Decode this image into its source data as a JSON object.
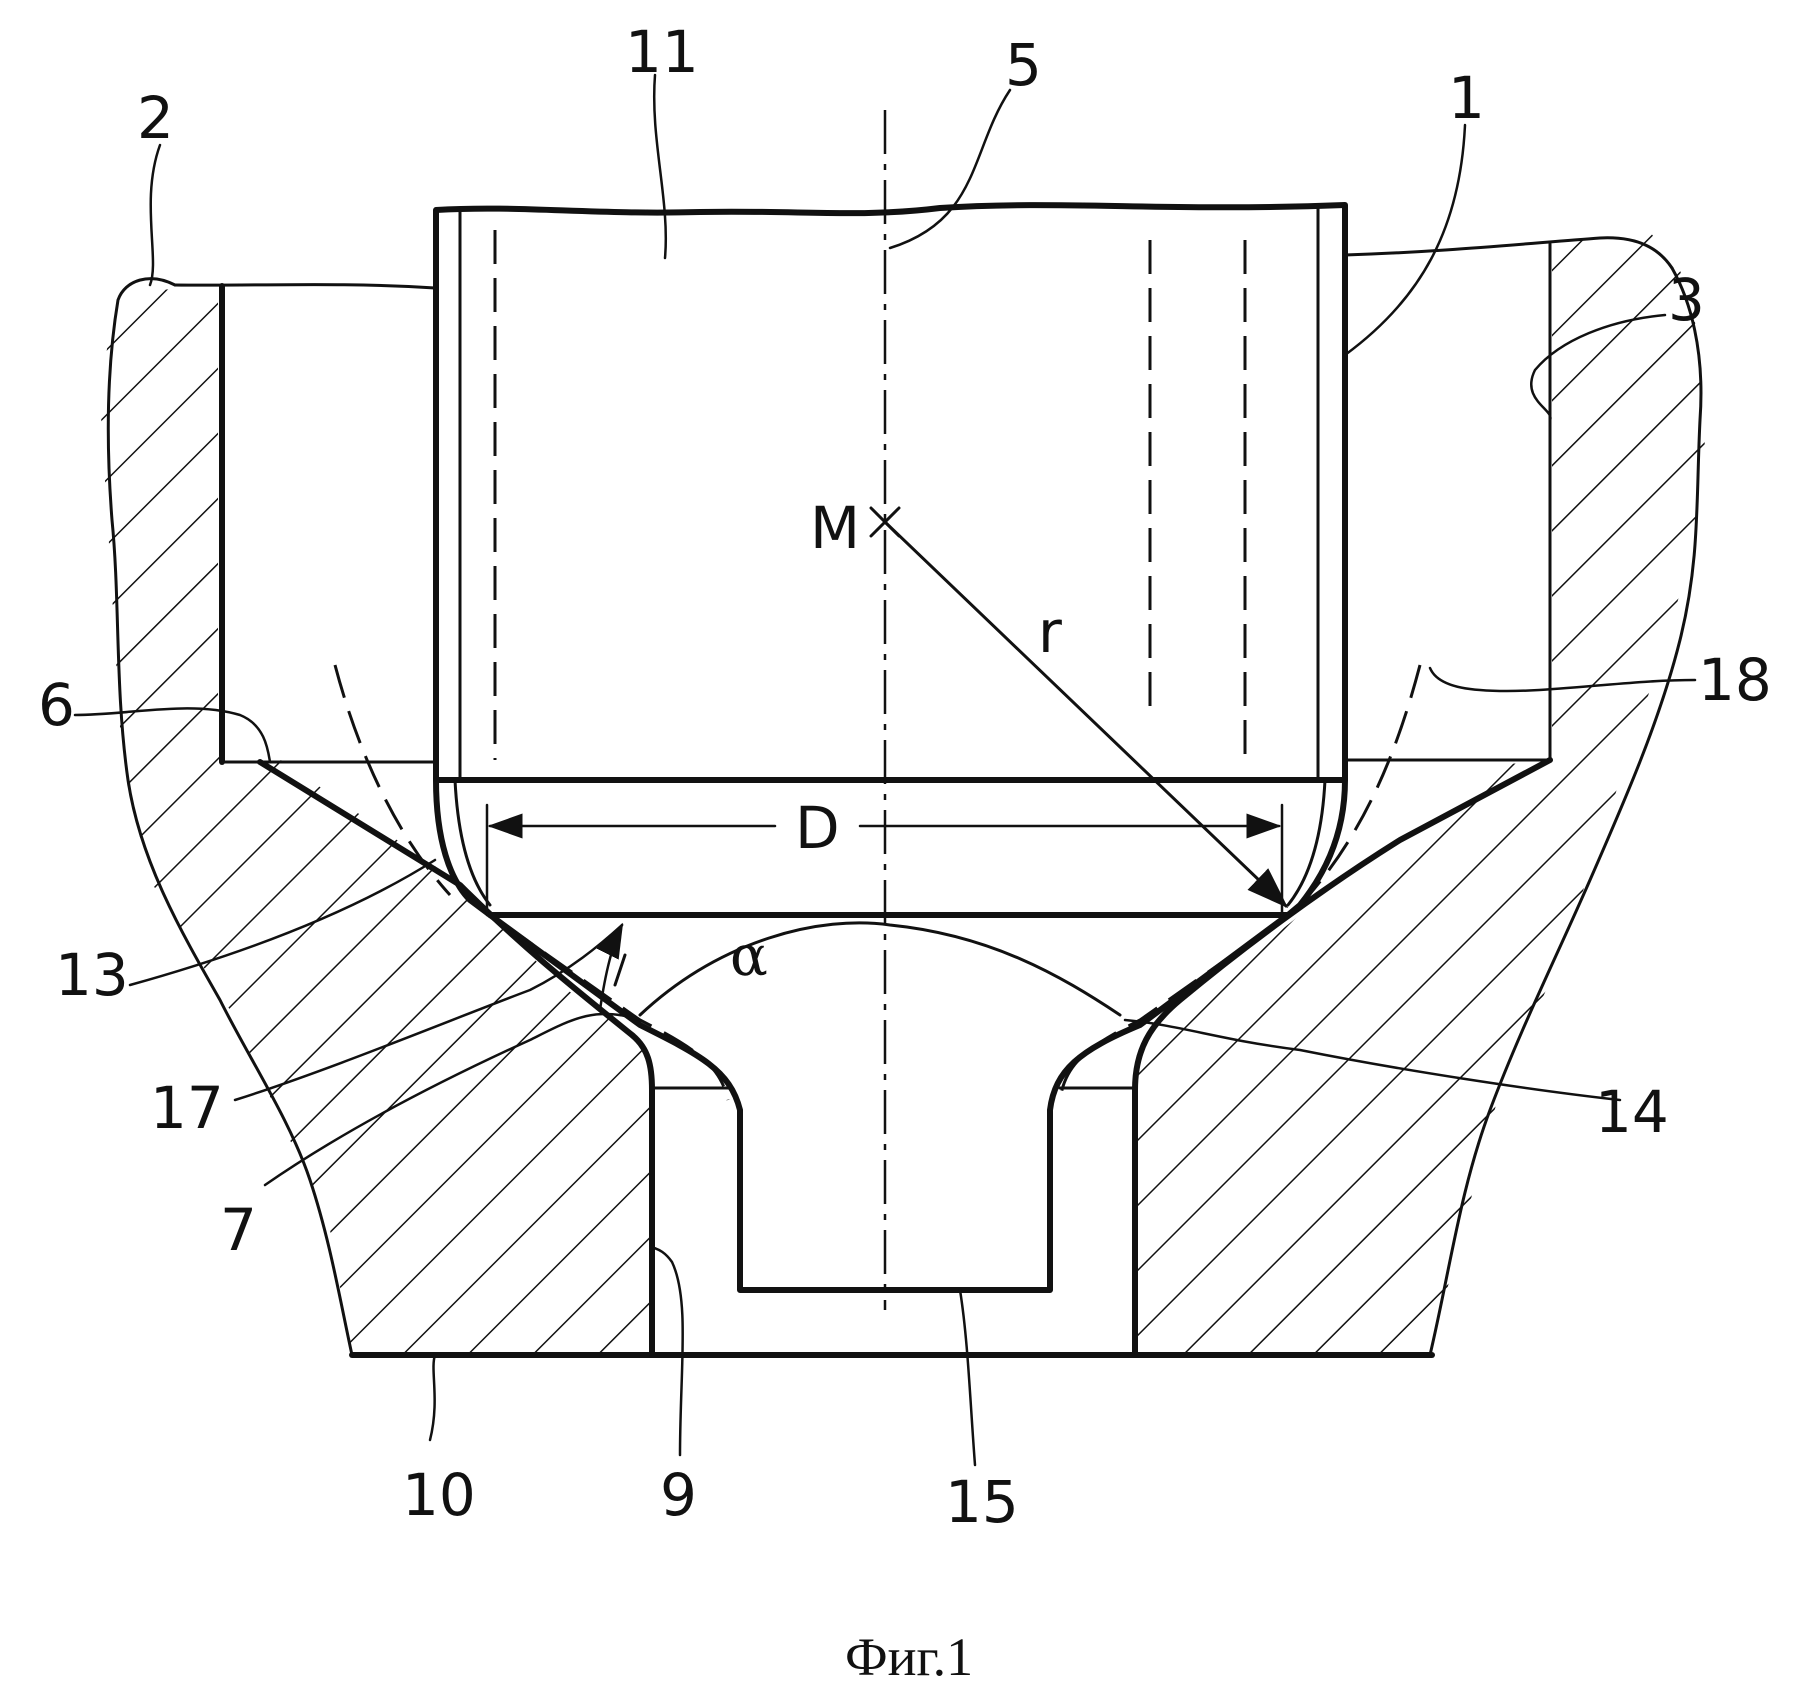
{
  "figure": {
    "caption": "Фиг.1",
    "labels": {
      "n1": "1",
      "n2": "2",
      "n3": "3",
      "n5": "5",
      "n6": "6",
      "n7": "7",
      "n9": "9",
      "n10": "10",
      "n11": "11",
      "n13": "13",
      "n14": "14",
      "n15": "15",
      "n17": "17",
      "n18": "18",
      "M": "M",
      "r": "r",
      "D": "D",
      "alpha": "α"
    }
  }
}
